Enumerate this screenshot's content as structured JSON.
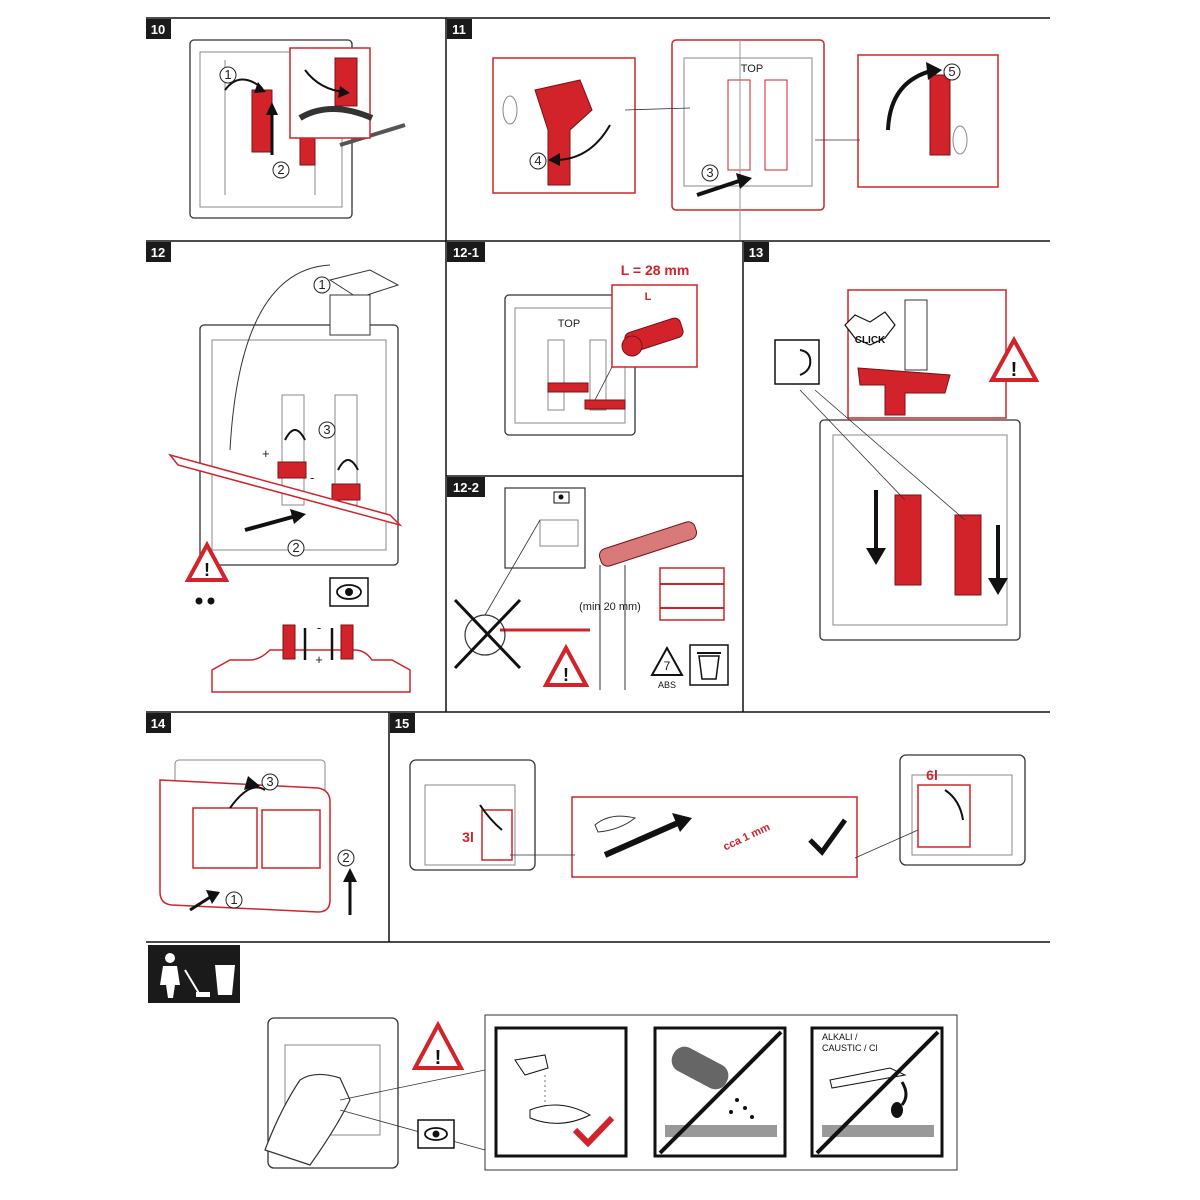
{
  "steps": {
    "s10": "10",
    "s11": "11",
    "s12": "12",
    "s12_1": "12-1",
    "s12_2": "12-2",
    "s13": "13",
    "s14": "14",
    "s15": "15"
  },
  "frame_top_label": "TOP",
  "callouts": {
    "n1": "1",
    "n2": "2",
    "n3": "3",
    "n4": "4",
    "n5": "5"
  },
  "step12_1": {
    "length_label": "L = 28 mm",
    "dim_letter": "L"
  },
  "step12_2": {
    "min_distance": "(min 20 mm)",
    "recycle_code": "7",
    "recycle_material": "ABS"
  },
  "step12_signs": {
    "plus": "+",
    "minus": "-"
  },
  "step13": {
    "click_label": "CLICK"
  },
  "step15": {
    "small_flush": "3l",
    "large_flush": "6l",
    "gap_label": "cca 1 mm"
  },
  "cleaning": {
    "chemical_label": "ALKALI / CAUSTIC / Cl"
  },
  "icons": {
    "warning": "warning-triangle-icon",
    "eye": "eye-icon",
    "ear": "ear-icon",
    "recycle": "recycle-icon",
    "bin": "waste-bin-icon",
    "worker": "worker-cleaning-icon"
  },
  "colors": {
    "accent": "#d2232a",
    "ink": "#1a1a1a",
    "label_bg": "#1a1a1a"
  }
}
